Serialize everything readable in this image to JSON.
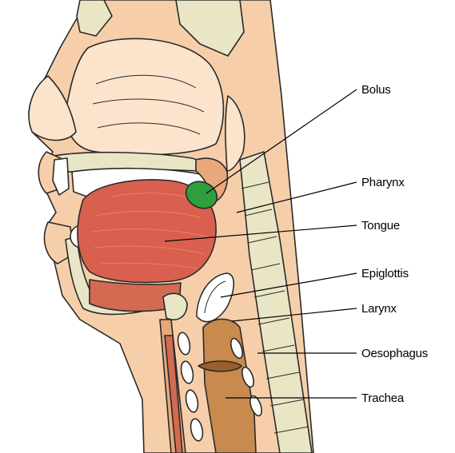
{
  "colors": {
    "skin": "#f6cfaa",
    "skin_light": "#fbe3cc",
    "skin_dark": "#e9a87a",
    "bone": "#e9e6c6",
    "bone_dot": "#b9b58c",
    "tongue": "#d9604f",
    "tongue_light": "#ec8a75",
    "muscle": "#d36a52",
    "bolus": "#2e9e3e",
    "tube": "#c98a4e",
    "tube_dark": "#9a5f2c",
    "white": "#ffffff",
    "outline": "#2a2a2a"
  },
  "labels": {
    "bolus": "Bolus",
    "pharynx": "Pharynx",
    "tongue": "Tongue",
    "epiglottis": "Epiglottis",
    "larynx": "Larynx",
    "oesophagus": "Oesophagus",
    "trachea": "Trachea"
  }
}
